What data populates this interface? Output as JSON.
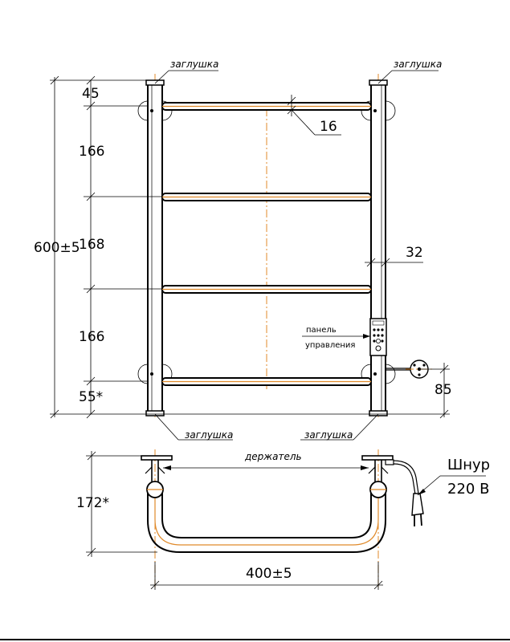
{
  "labels": {
    "plug_top_left": "заглушка",
    "plug_top_right": "заглушка",
    "plug_bottom_left": "заглушка",
    "plug_bottom_right": "заглушка",
    "holder": "держатель",
    "panel_line1": "панель",
    "panel_line2": "управления",
    "cord_title": "Шнур",
    "cord_voltage": "220 В"
  },
  "dimensions": {
    "top_offset": "45",
    "bar_diameter": "16",
    "gap_1": "166",
    "gap_2": "168",
    "gap_3": "166",
    "bottom_offset": "55*",
    "total_height": "600±5",
    "pipe_diameter": "32",
    "cord_height": "85",
    "depth": "172*",
    "total_width": "400±5"
  },
  "colors": {
    "line": "#000000",
    "centerline": "#e08a2a"
  }
}
